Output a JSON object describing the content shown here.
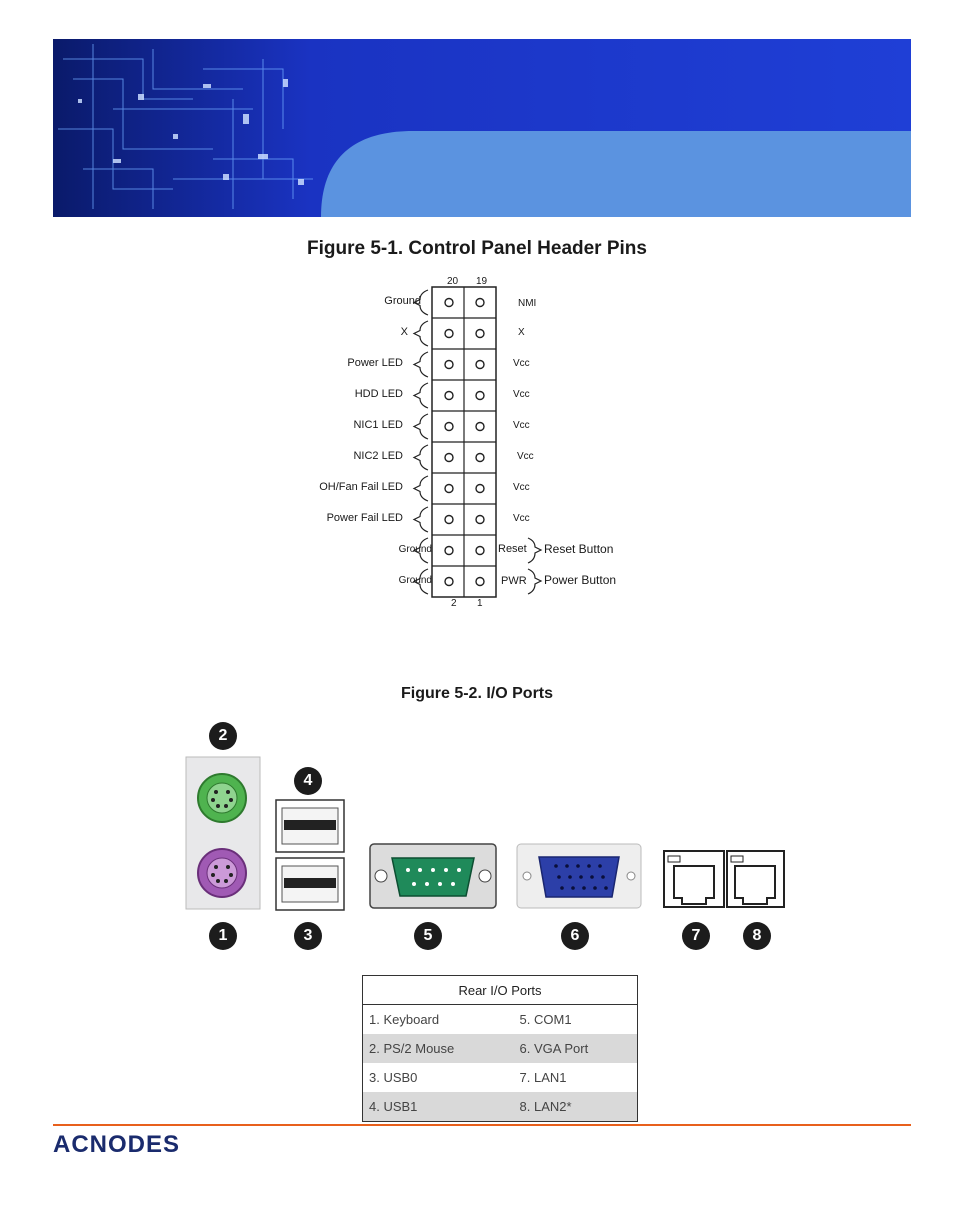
{
  "banner": {
    "brand_color": "#1f3fcf",
    "accent_color": "#5b93e0"
  },
  "figure1": {
    "title": "Figure 5-1. Control Panel Header Pins",
    "top_pins": [
      "20",
      "19"
    ],
    "bottom_pins": [
      "2",
      "1"
    ],
    "left_labels": [
      "Ground",
      "X",
      "Power LED",
      "HDD LED",
      "NIC1 LED",
      "NIC2 LED",
      "OH/Fan Fail LED",
      "Power Fail LED",
      "Ground",
      "Ground"
    ],
    "right_labels": [
      "NMI",
      "X",
      "Vcc",
      "Vcc",
      "Vcc",
      "Vcc",
      "Vcc",
      "Vcc",
      "Reset",
      "PWR"
    ],
    "reset_button": "Reset Button",
    "power_button": "Power Button"
  },
  "figure2": {
    "title": "Figure 5-2. I/O  Ports",
    "badges": [
      "2",
      "4",
      "1",
      "3",
      "5",
      "6",
      "7",
      "8"
    ],
    "keyboard_color": "#a05ab4",
    "mouse_color": "#4fb34f",
    "com_color": "#1f8a5a",
    "vga_color": "#2c3fa8"
  },
  "rear_table": {
    "header": "Rear I/O Ports",
    "rows": [
      [
        "1. Keyboard",
        "5. COM1"
      ],
      [
        "2. PS/2 Mouse",
        "6. VGA Port"
      ],
      [
        "3. USB0",
        "7. LAN1"
      ],
      [
        "4. USB1",
        "8. LAN2*"
      ]
    ]
  },
  "footer": {
    "logo_text": "ACNODES",
    "line_color": "#e8601c"
  }
}
